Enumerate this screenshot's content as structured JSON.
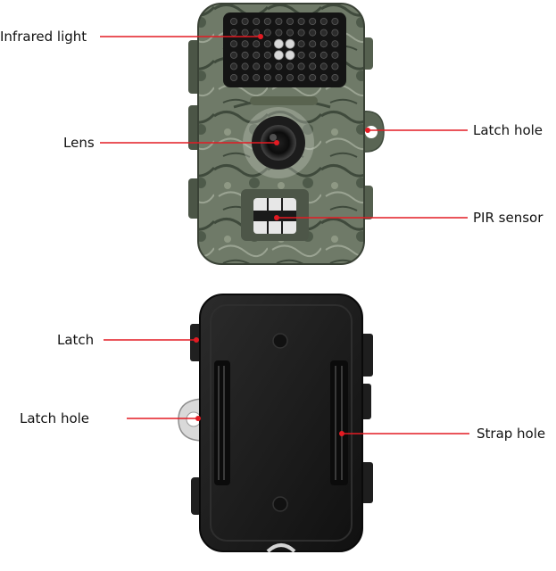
{
  "labels": {
    "infrared_light": "Infrared light",
    "lens": "Lens",
    "latch_hole_front": "Latch hole",
    "pir_sensor": "PIR sensor",
    "latch": "Latch",
    "latch_hole_back": "Latch hole",
    "strap_hole": "Strap hole"
  },
  "colors": {
    "callout_line": "#e31b23",
    "callout_dot": "#e31b23",
    "camo_base": "#6f7a68",
    "camo_dark": "#3f4a3c",
    "camo_light": "#9aa392",
    "ir_panel": "#141414",
    "back_shell": "#1a1a1a",
    "back_edge": "#2a2a2a"
  }
}
